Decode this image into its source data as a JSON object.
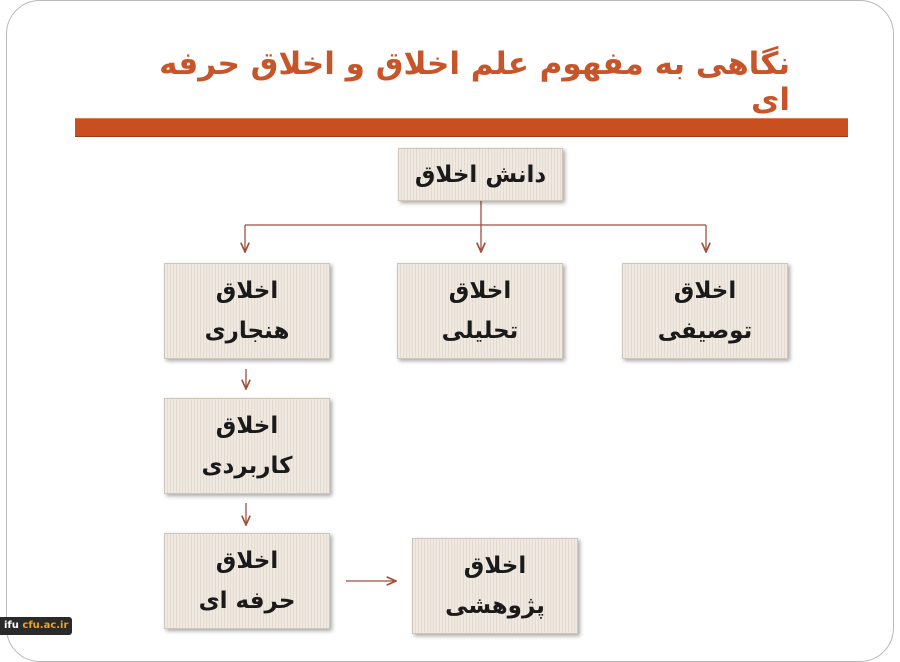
{
  "slide": {
    "title": "نگاهی به مفهوم علم اخلاق و اخلاق حرفه ای",
    "accent_color": "#c94f1f",
    "title_color": "#c8552a"
  },
  "diagram": {
    "root": {
      "label": "دانش اخلاق"
    },
    "nodes": {
      "descriptive": {
        "line1": "اخلاق",
        "line2": "توصیفی"
      },
      "analytical": {
        "line1": "اخلاق",
        "line2": "تحلیلی"
      },
      "normative": {
        "line1": "اخلاق",
        "line2": "هنجاری"
      },
      "applied": {
        "line1": "اخلاق",
        "line2": "کاربردی"
      },
      "professional": {
        "line1": "اخلاق",
        "line2": "حرفه ای"
      },
      "research": {
        "line1": "اخلاق",
        "line2": "پژوهشی"
      }
    },
    "connector_color": "#a0503a"
  },
  "footer": {
    "badge_prefix": "ifu",
    "badge_site": "cfu.ac.ir"
  }
}
